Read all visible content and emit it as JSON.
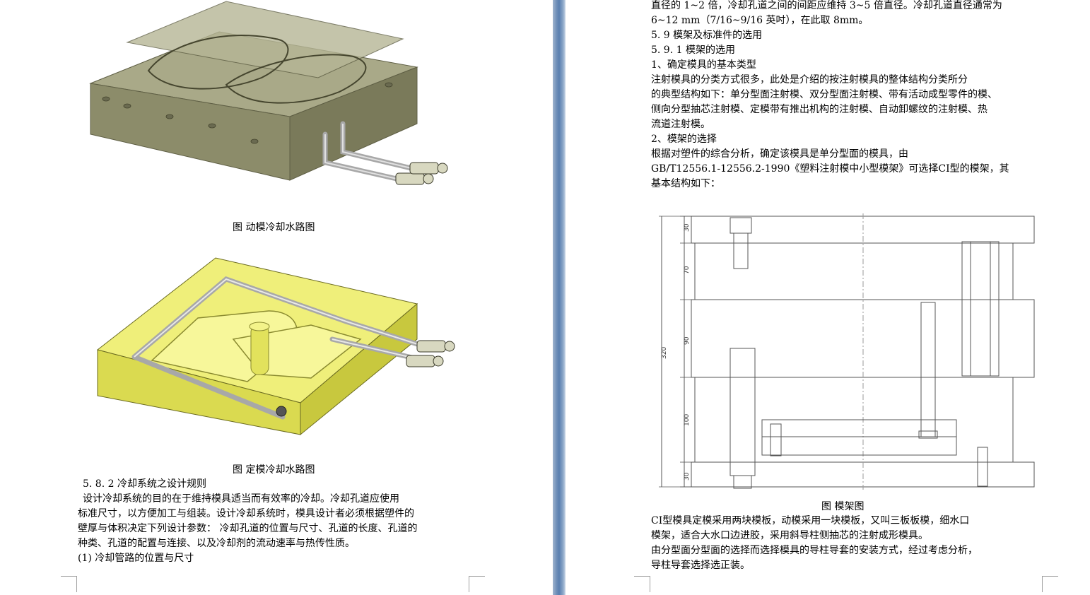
{
  "left_page": {
    "fig1_caption": "图  动模冷却水路图",
    "fig2_caption": "图  定模冷却水路图",
    "section_heading": "5. 8. 2    冷却系统之设计规则",
    "paragraph_lines": [
      "    设计冷却系统的目的在于维持模具适当而有效率的冷却。冷却孔道应使用",
      "标准尺寸，以方便加工与组装。设计冷却系统时，模具设计者必须根据塑件的",
      "壁厚与体积决定下列设计参数： 冷却孔道的位置与尺寸、孔道的长度、孔道的",
      "种类、孔道的配置与连接、以及冷却剂的流动速率与热传性质。"
    ],
    "list_item": "(1) 冷却管路的位置与尺寸"
  },
  "right_page": {
    "top_lines": [
      "直径的 1~2 倍，冷却孔道之间的间距应维持 3~5 倍直径。冷却孔道直径通常为",
      "6~12 mm（7/16~9/16 英吋），在此取 8mm。"
    ],
    "heading_1": "5. 9  模架及标准件的选用",
    "heading_2": "5. 9. 1  模架的选用",
    "item_1_title": "1、确定模具的基本类型",
    "item_1_lines": [
      "     注射模具的分类方式很多，此处是介绍的按注射模具的整体结构分类所分",
      "的典型结构如下：单分型面注射模、双分型面注射模、带有活动成型零件的模、",
      "侧向分型抽芯注射模、定模带有推出机构的注射模、自动卸螺纹的注射模、热",
      "流道注射模。"
    ],
    "item_2_title": "2、模架的选择",
    "item_2_lines": [
      "     根据对塑件的综合分析，确定该模具是单分型面的模具，由",
      "GB/T12556.1-12556.2-1990《塑料注射模中小型模架》可选择CI型的模架，其",
      "基本结构如下："
    ],
    "drawing": {
      "dims": [
        "30",
        "70",
        "90",
        "100",
        "30",
        "320"
      ]
    },
    "fig3_caption": "图  模架图",
    "bottom_lines": [
      "     CI型模具定模采用两块模板，动模采用一块模板，又叫三板板模，细水口",
      "模架，适合大水口边进胶，采用斜导柱侧抽芯的注射成形模具。",
      "     由分型面分型面的选择而选择模具的导柱导套的安装方式，经过考虑分析，",
      "导柱导套选择选正装。"
    ]
  },
  "colors": {
    "gutter": "#5a7fb0",
    "mold_olive": "#8c8c6a",
    "mold_yellow": "#e8e85a",
    "pipe": "#c8c8c8"
  }
}
